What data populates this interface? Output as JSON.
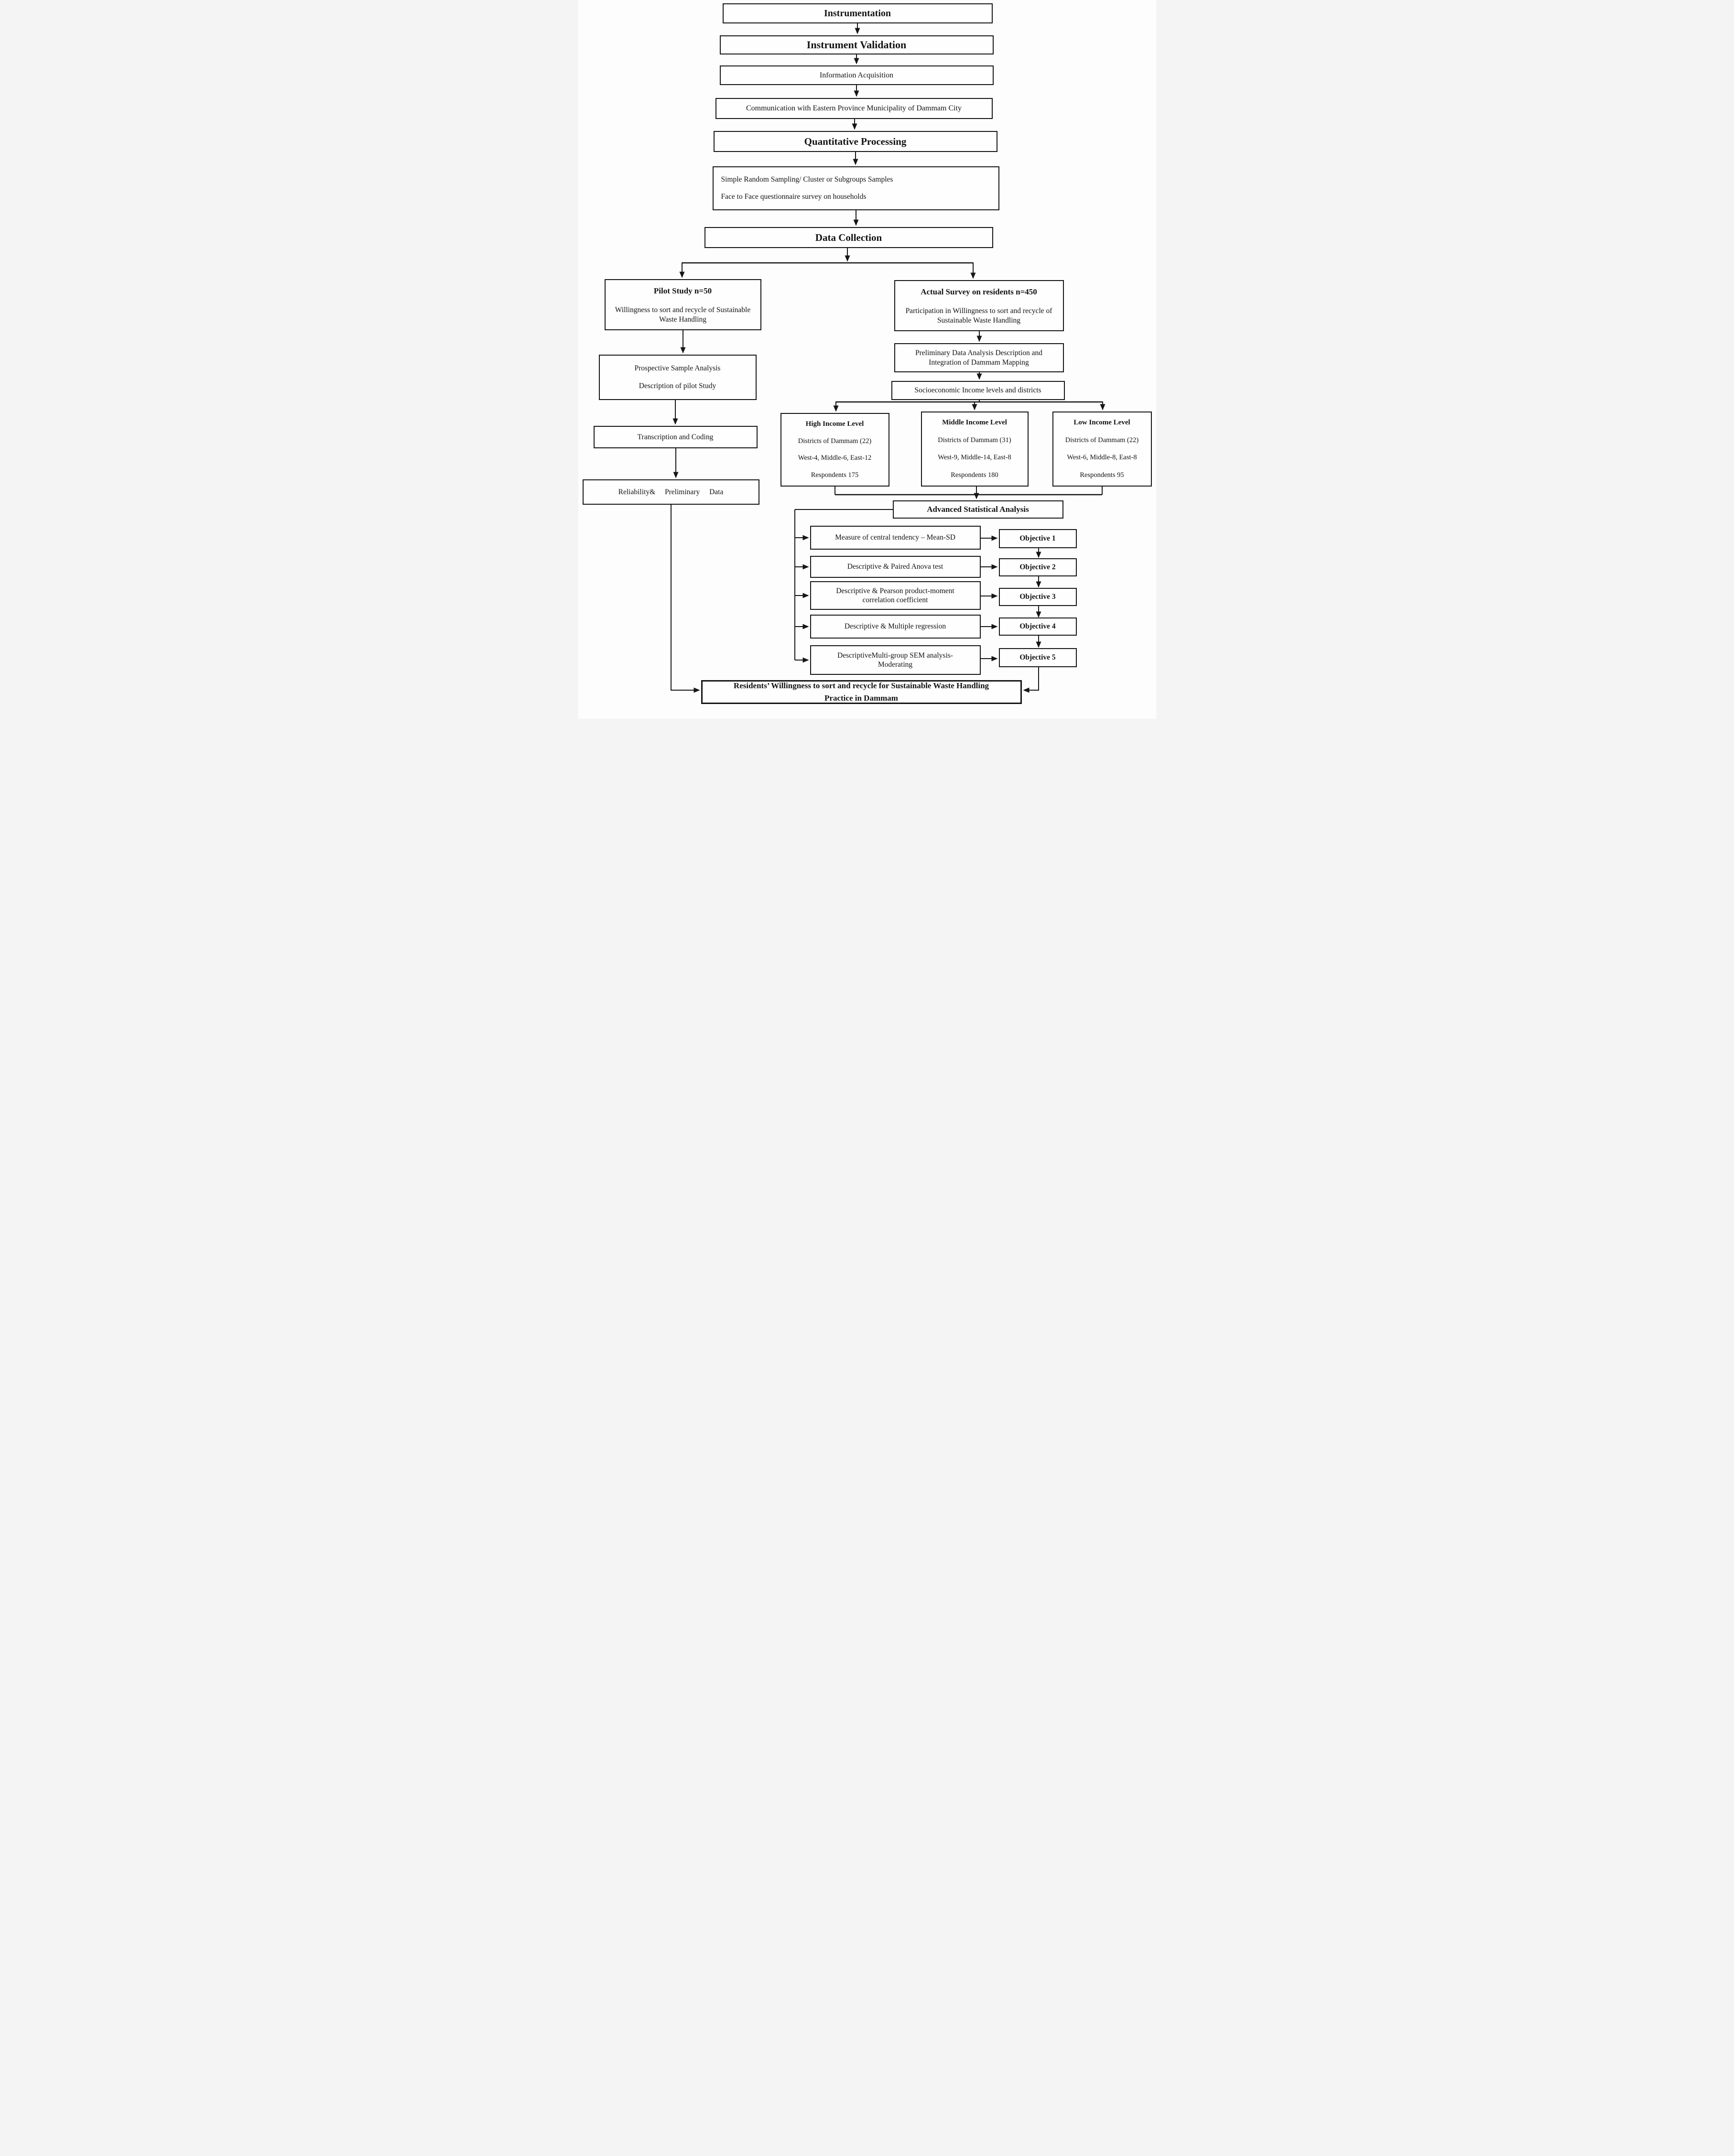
{
  "flow": {
    "instrumentation": "Instrumentation",
    "instrument_validation": "Instrument Validation",
    "information_acquisition": "Information Acquisition",
    "communication": "Communication with Eastern Province Municipality of Dammam City",
    "quantitative_processing": "Quantitative Processing",
    "sampling_line1": "Simple Random Sampling/ Cluster or Subgroups Samples",
    "sampling_line2": "Face to Face questionnaire survey on households",
    "data_collection": "Data Collection"
  },
  "pilot_branch": {
    "title": "Pilot Study n=50",
    "body": "Willingness to sort and recycle of Sustainable Waste Handling",
    "prospective_line1": "Prospective Sample Analysis",
    "prospective_line2": "Description of pilot Study",
    "transcription": "Transcription and Coding",
    "reliability": "Reliability& Preliminary Data"
  },
  "survey_branch": {
    "title": "Actual Survey on residents n=450",
    "body": "Participation in Willingness to sort and recycle of Sustainable Waste Handling",
    "preliminary": "Preliminary Data Analysis Description and Integration of Dammam Mapping",
    "socioeconomic": "Socioeconomic Income levels and districts"
  },
  "income_groups": [
    {
      "title": "High Income Level",
      "districts": "Districts of Dammam (22)",
      "zones": "West-4, Middle-6, East-12",
      "respondents": "Respondents 175"
    },
    {
      "title": "Middle Income Level",
      "districts": "Districts of Dammam (31)",
      "zones": "West-9, Middle-14, East-8",
      "respondents": "Respondents 180"
    },
    {
      "title": "Low Income Level",
      "districts": "Districts of Dammam (22)",
      "zones": "West-6, Middle-8, East-8",
      "respondents": "Respondents 95"
    }
  ],
  "analysis": {
    "title": "Advanced Statistical Analysis",
    "methods": [
      "Measure of central tendency – Mean-SD",
      "Descriptive & Paired Anova test",
      "Descriptive & Pearson product-moment correlation coefficient",
      "Descriptive & Multiple regression",
      "DescriptiveMulti-group SEM analysis- Moderating"
    ],
    "objectives": [
      "Objective 1",
      "Objective 2",
      "Objective 3",
      "Objective 4",
      "Objective 5"
    ]
  },
  "outcome": {
    "line1": "Residents’ Willingness to sort and recycle for Sustainable Waste Handling",
    "line2": "Practice in Dammam"
  },
  "colors": {
    "line": "#161616",
    "box_fill": "#fefefe",
    "text": "#121212"
  }
}
